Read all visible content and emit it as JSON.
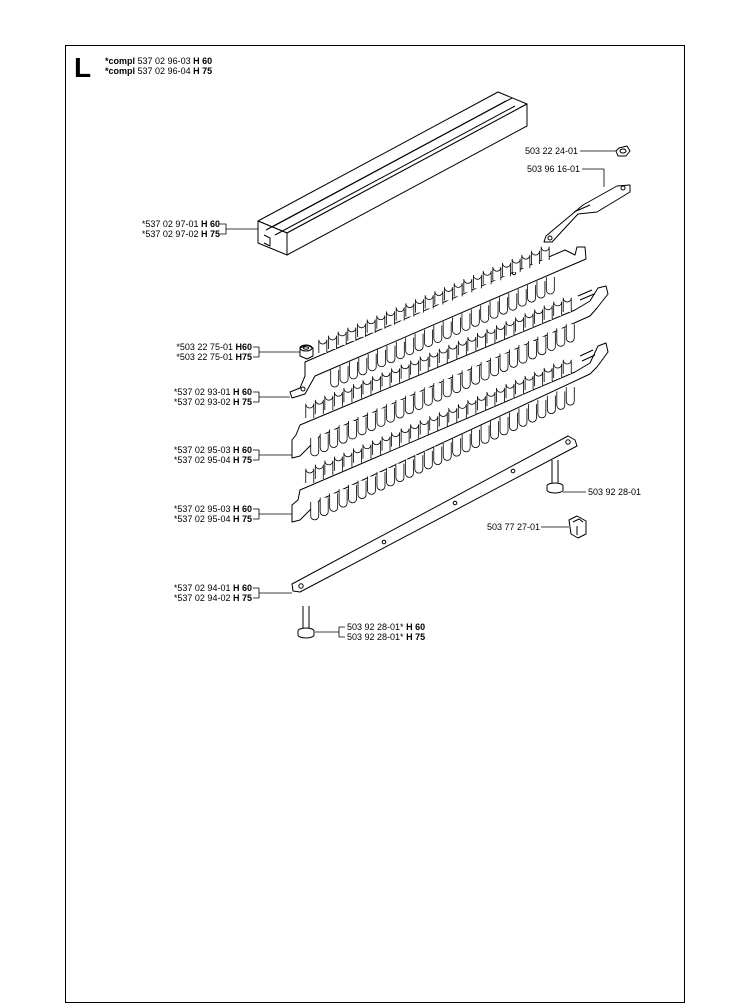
{
  "header": {
    "letter": "L",
    "lines": [
      {
        "prefix": "*compl",
        "num": "537 02 96-03",
        "model": "H 60"
      },
      {
        "prefix": "*compl",
        "num": "537 02 96-04",
        "model": "H 75"
      }
    ]
  },
  "parts": {
    "guide_bar": [
      "*537 02 97-01",
      "H 60",
      "*537 02 97-02",
      "H 75"
    ],
    "nut": [
      "*503 22 75-01",
      "H60",
      "*503 22 75-01",
      "H75"
    ],
    "upper_blade": [
      "*537 02 93-01",
      "H 60",
      "*537 02 93-02",
      "H 75"
    ],
    "blade_a": [
      "*537 02 95-03",
      "H 60",
      "*537 02 95-04",
      "H 75"
    ],
    "blade_b": [
      "*537 02 95-03",
      "H 60",
      "*537 02 95-04",
      "H 75"
    ],
    "support_bar": [
      "*537 02 94-01",
      "H 60",
      "*537 02 94-02",
      "H 75"
    ],
    "bottom_screw": [
      "503 92 28-01*",
      "H 60",
      "503 92 28-01*",
      "H 75"
    ],
    "nut_top": "503 22 24-01",
    "link_arm": "503 96 16-01",
    "screw_right": "503 92 28-01",
    "clip": "503 77 27-01"
  }
}
